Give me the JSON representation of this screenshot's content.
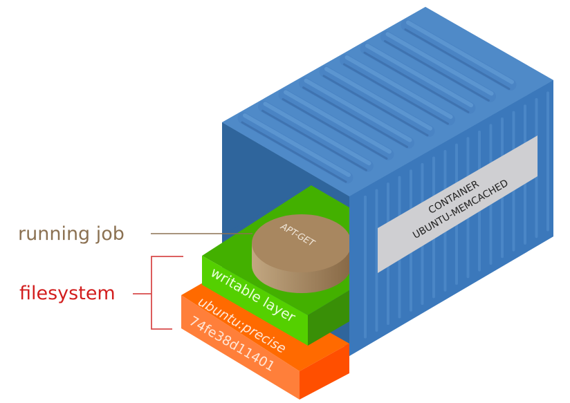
{
  "diagram": {
    "title": "Docker container anatomy",
    "container": {
      "label_line1": "CONTAINER",
      "label_line2": "UBUNTU-MEMCACHED",
      "color_top": "#4f8ac8",
      "color_front": "#3b78bb",
      "color_inner": "#2f659c",
      "label_bg": "#cfcfd2"
    },
    "running_job": {
      "label": "running job",
      "process": "APT-GET",
      "color": "#8b7152",
      "disk_top": "#a88760",
      "disk_side_light": "#c4a883",
      "disk_side_dark": "#8a6c48"
    },
    "filesystem": {
      "label": "filesystem",
      "color": "#d21e1e",
      "layers": [
        {
          "name": "writable-layer",
          "line1": "writable layer",
          "line2": "",
          "top": "#43b000",
          "front": "#54d000",
          "side": "#398f07"
        },
        {
          "name": "image-layer",
          "line1": "ubuntu:precise",
          "line2": "74fe38d11401",
          "top": "#ff6a00",
          "front": "#ff7f3a",
          "side": "#ff4f00"
        }
      ]
    }
  }
}
